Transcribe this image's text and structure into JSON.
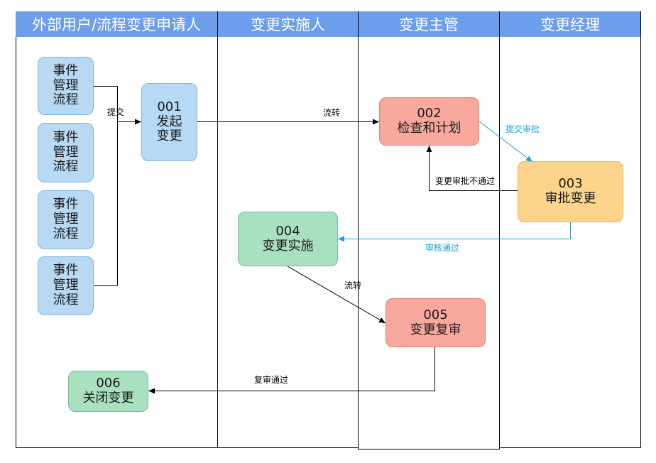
{
  "lanes": [
    {
      "title": "外部用户/流程变更申请人"
    },
    {
      "title": "变更实施人"
    },
    {
      "title": "变更主管"
    },
    {
      "title": "变更经理"
    }
  ],
  "sources": [
    {
      "line1": "事件",
      "line2": "管理",
      "line3": "流程"
    },
    {
      "line1": "事件",
      "line2": "管理",
      "line3": "流程"
    },
    {
      "line1": "事件",
      "line2": "管理",
      "line3": "流程"
    },
    {
      "line1": "事件",
      "line2": "管理",
      "line3": "流程"
    }
  ],
  "steps": {
    "s001": {
      "code": "001",
      "line1": "发起",
      "line2": "变更"
    },
    "s002": {
      "code": "002",
      "label": "检查和计划"
    },
    "s003": {
      "code": "003",
      "label": "审批变更"
    },
    "s004": {
      "code": "004",
      "label": "变更实施"
    },
    "s005": {
      "code": "005",
      "label": "变更复审"
    },
    "s006": {
      "code": "006",
      "label": "关闭变更"
    }
  },
  "edges": {
    "submit": "提交",
    "flow1": "流转",
    "submit_approval": "提交审批",
    "approval_rejected": "变更审批不通过",
    "review_passed": "审核通过",
    "flow2": "流转",
    "re_review_passed": "复审通过"
  },
  "colors": {
    "header": "#6d9eeb",
    "blue_node": "#b7d9f3",
    "red_node": "#f8a89d",
    "orange_node": "#fdd48b",
    "green_node": "#a8e0c0",
    "cyan_arrow": "#1aa3d6",
    "black_arrow": "#000000"
  }
}
